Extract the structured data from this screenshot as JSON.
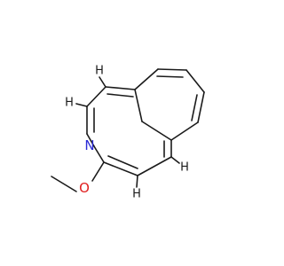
{
  "molecule": {
    "atoms": [
      {
        "id": "N",
        "label": "N",
        "color": "#2b2bd6"
      },
      {
        "id": "O",
        "label": "O",
        "color": "#e02020"
      }
    ],
    "hydrogens": [
      {
        "id": "H1",
        "label": "H"
      },
      {
        "id": "H2",
        "label": "H"
      },
      {
        "id": "H3",
        "label": "H"
      },
      {
        "id": "H4",
        "label": "H"
      }
    ]
  }
}
